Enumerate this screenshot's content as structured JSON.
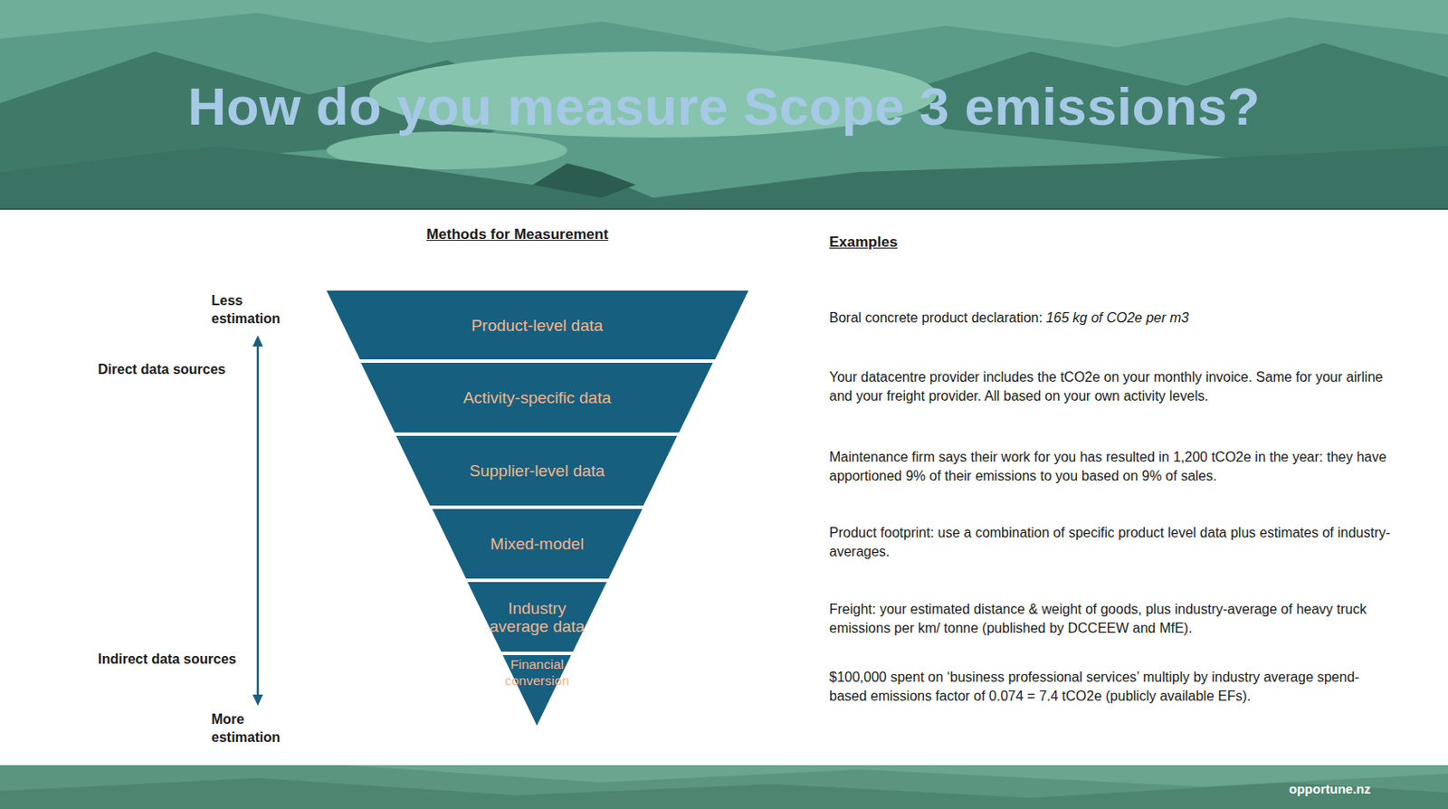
{
  "diagram": {
    "title": "How do you measure Scope 3 emissions?",
    "nodes": [
      {
        "text": [
          "Product-level data"
        ]
      },
      {
        "text": [
          "Activity-specific data"
        ]
      },
      {
        "text": [
          "Supplier-level data"
        ]
      },
      {
        "text": [
          "Mixed-model"
        ]
      },
      {
        "text": [
          "Industry average data"
        ]
      },
      {
        "text": [
          "Financial conversion"
        ]
      }
    ],
    "labels": [
      "Methods for Measurement",
      "Examples",
      "Less estimation",
      "Direct data sources",
      "Indirect data sources",
      "More estimation",
      "Boral concrete product declaration:",
      "165 kg of CO2e per m3",
      "Your datacentre provider includes the tCO2e on your monthly invoice. Same for your airline and your freight provider. All based on your own activity levels.",
      "Maintenance firm says their work for you has resulted in 1,200 tCO2e in the year: they have apportioned 9% of their emissions to you based on 9% of sales.",
      "Product footprint: use a combination of specific product level data plus estimates of industry-averages.",
      "Freight: your estimated distance & weight of goods, plus industry-average of heavy truck emissions per km/ tonne (published by DCCEEW and MfE).",
      "$100,000 spent on ‘business professional services’ multiply by industry average spend-based emissions factor of 0.074 = 7.4 tCO2e (publicly available EFs).",
      "opportune.nz"
    ]
  }
}
